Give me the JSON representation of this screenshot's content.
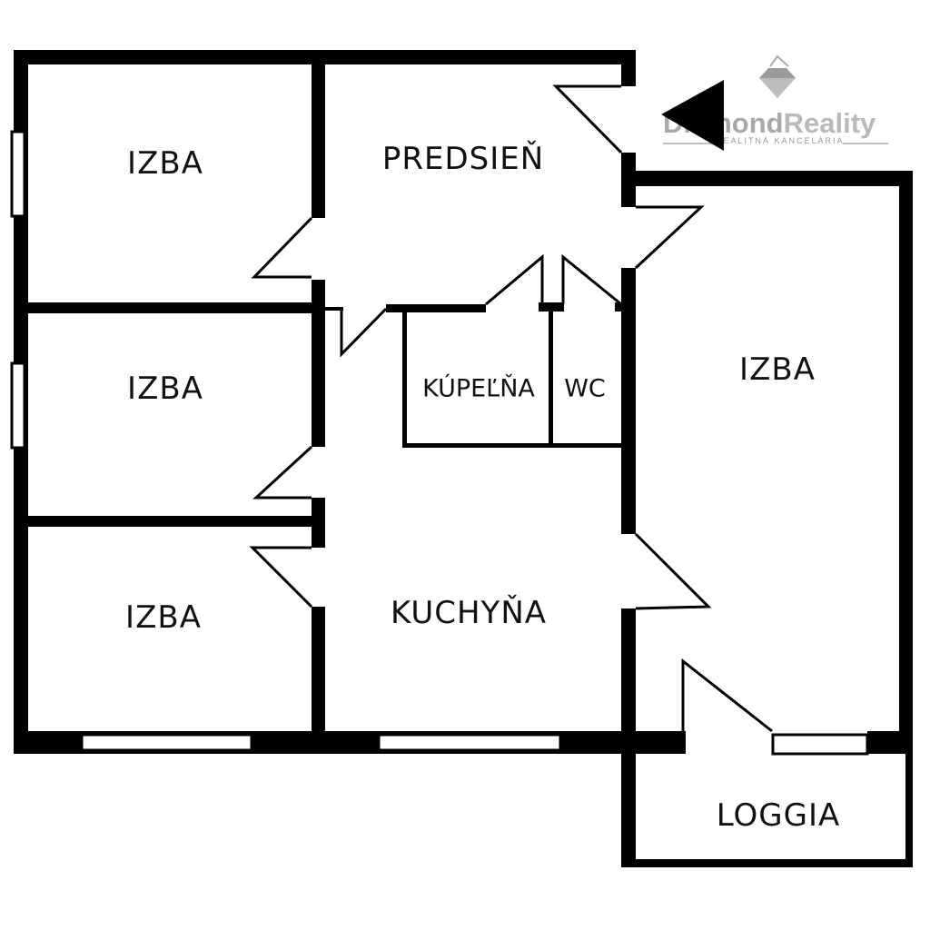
{
  "logo": {
    "name_part1": "Diamond",
    "name_part2": "Reality",
    "tagline": "REALITNÁ KANCELÁRIA"
  },
  "rooms": [
    {
      "id": "izba-1",
      "label": "IZBA"
    },
    {
      "id": "predsien",
      "label": "PREDSIEŇ"
    },
    {
      "id": "izba-2",
      "label": "IZBA"
    },
    {
      "id": "kupelna",
      "label": "KÚPEĽŇA"
    },
    {
      "id": "wc",
      "label": "WC"
    },
    {
      "id": "izba-3",
      "label": "IZBA"
    },
    {
      "id": "izba-4",
      "label": "IZBA"
    },
    {
      "id": "kuchyna",
      "label": "KUCHYŇA"
    },
    {
      "id": "loggia",
      "label": "LOGGIA"
    }
  ],
  "colors": {
    "wall": "#000000",
    "logo": "#a8a8a8",
    "background": "#ffffff"
  }
}
